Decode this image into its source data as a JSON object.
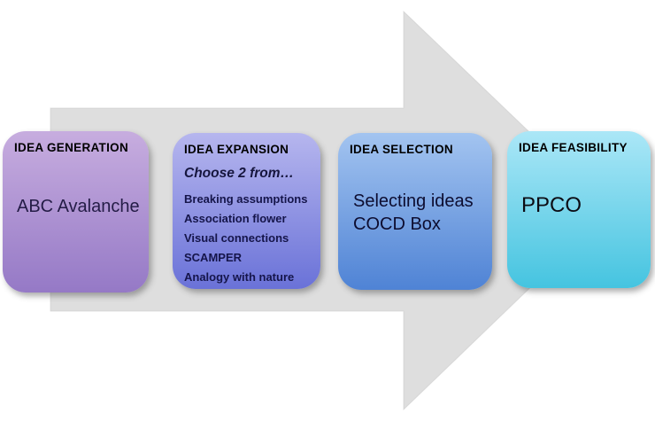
{
  "diagram": {
    "arrow": {
      "name": "process-flow-arrow",
      "fill": "#dedede",
      "edge": "#c9c9c9"
    },
    "cards": [
      {
        "title": "IDEA GENERATION",
        "body": "ABC Avalanche",
        "gradient_top": "#c7addf",
        "gradient_bottom": "#9579c6"
      },
      {
        "title": "IDEA EXPANSION",
        "subtitle": "Choose 2 from…",
        "items": [
          "Breaking assumptions",
          "Association flower",
          "Visual connections",
          "SCAMPER",
          "Analogy with nature"
        ],
        "gradient_top": "#b6b6ee",
        "gradient_bottom": "#6a72d8"
      },
      {
        "title": "IDEA SELECTION",
        "body_lines": [
          "Selecting ideas",
          "COCD Box"
        ],
        "gradient_top": "#a3c4f0",
        "gradient_bottom": "#4f83d5"
      },
      {
        "title": "IDEA FEASIBILITY",
        "body": "PPCO",
        "gradient_top": "#abe7f7",
        "gradient_bottom": "#45c4e0"
      }
    ]
  }
}
